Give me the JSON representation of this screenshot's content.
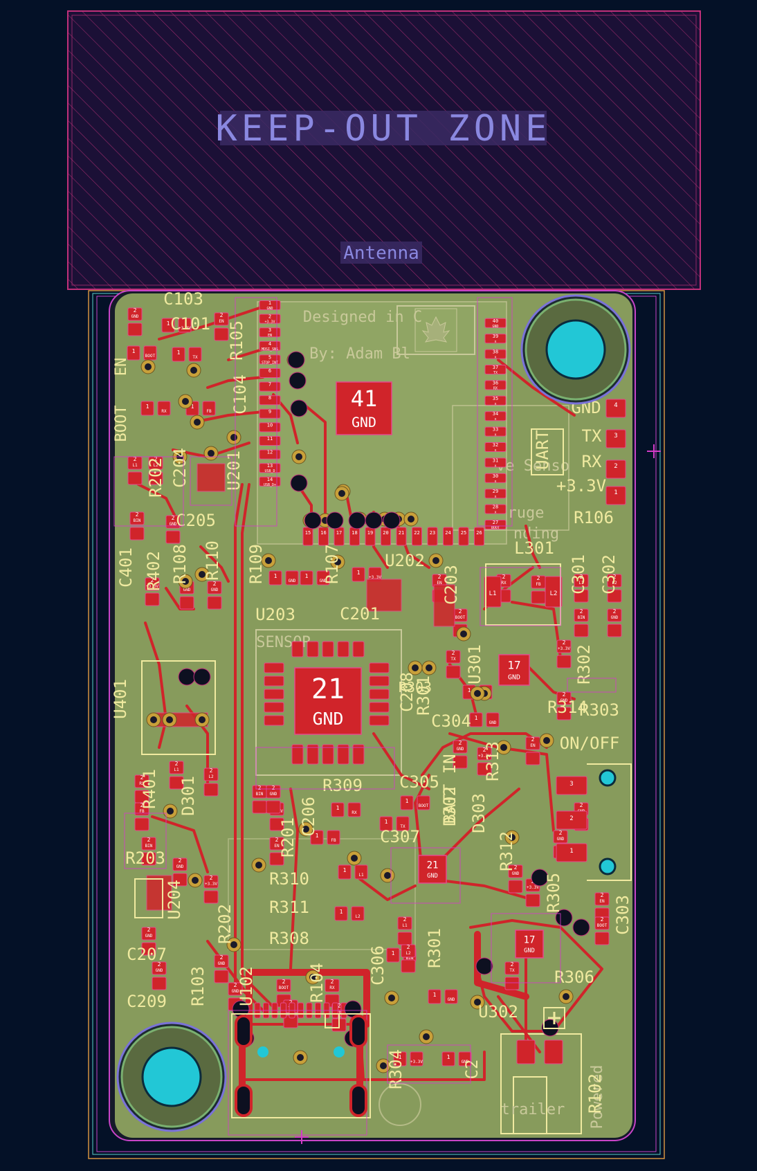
{
  "colors": {
    "background": "#041127",
    "board": "#879b5c",
    "board_light": "#93a866",
    "copper": "#d0242a",
    "silkscreen": "#f0eaa0",
    "fab_text": "#c9c99a",
    "keepout": "#c0307a",
    "courtyard": "#d43cc8",
    "pad_text": "#ffffff",
    "hole": "#22c7d6",
    "mounting_ring": "#7a72d8",
    "keepout_text": "#8a88e0"
  },
  "keepout": {
    "title": "KEEP-OUT ZONE",
    "subtitle": "Antenna"
  },
  "fab_texts": [
    "Designed in C",
    "By: Adam Bl",
    "SENSOR",
    "ve Senso",
    "ruge",
    "nding",
    "Powered",
    "trailer"
  ],
  "silkscreen_labels": [
    "C103",
    "C101",
    "R105",
    "C104",
    "EN",
    "BOOT",
    "R202",
    "C204",
    "C205",
    "U201",
    "C401",
    "R402",
    "R108",
    "R110",
    "R109",
    "R107",
    "U202",
    "C203",
    "U203",
    "C201",
    "C208",
    "R301",
    "C304",
    "U301",
    "R302",
    "R303",
    "L301",
    "C301",
    "C302",
    "R106",
    "GND",
    "TX",
    "RX",
    "+3.3V",
    "UART",
    "ON/OFF",
    "U401",
    "R401",
    "D301",
    "R309",
    "C206",
    "C305",
    "R201",
    "C307",
    "D302",
    "D303",
    "R312",
    "R310",
    "R311",
    "R308",
    "R305",
    "C303",
    "R203",
    "U204",
    "C207",
    "C209",
    "R202",
    "R103",
    "U102",
    "R104",
    "C306",
    "R301",
    "R306",
    "U302",
    "R304",
    "C2",
    "R102",
    "BATT IN",
    "R313",
    "R314",
    "R303"
  ],
  "module_pad_numbers": [
    "1",
    "2",
    "3",
    "4",
    "5",
    "6",
    "7",
    "8",
    "9",
    "10",
    "11",
    "12",
    "13",
    "14",
    "15",
    "16",
    "17",
    "18",
    "19",
    "20",
    "21",
    "22",
    "23",
    "24",
    "25",
    "26",
    "27",
    "28",
    "29",
    "30",
    "31",
    "32",
    "33",
    "34",
    "35",
    "36",
    "37",
    "38",
    "39",
    "40"
  ],
  "module_pad_nets": [
    "GND",
    "+3.3V",
    "EN",
    "MOSI_SNS",
    "STOP_INT",
    "",
    "",
    "",
    "",
    "",
    "",
    "",
    "USB_D",
    "USB_D+",
    "",
    "",
    "",
    "",
    "",
    "",
    "",
    "",
    "",
    "",
    "",
    "",
    "BOOT",
    "x",
    "x",
    "x",
    "x",
    "x",
    "x",
    "x",
    "x",
    "RX",
    "TX",
    "x",
    "x",
    "GND"
  ],
  "pad_nets": [
    "GND",
    "+3.3V",
    "EN",
    "BOOT",
    "TX",
    "RX",
    "FB",
    "L1",
    "L2",
    "BIN",
    "GND",
    "+3.3V",
    "GND",
    "GND",
    "GND"
  ],
  "thermal_pads": [
    {
      "number": "41",
      "net": "GND"
    },
    {
      "number": "21",
      "net": "GND"
    },
    {
      "number": "17",
      "net": "GND"
    },
    {
      "number": "21",
      "net": "GND"
    },
    {
      "number": "17",
      "net": "GND"
    }
  ],
  "pin_numbers": [
    "1",
    "2",
    "3",
    "4"
  ]
}
